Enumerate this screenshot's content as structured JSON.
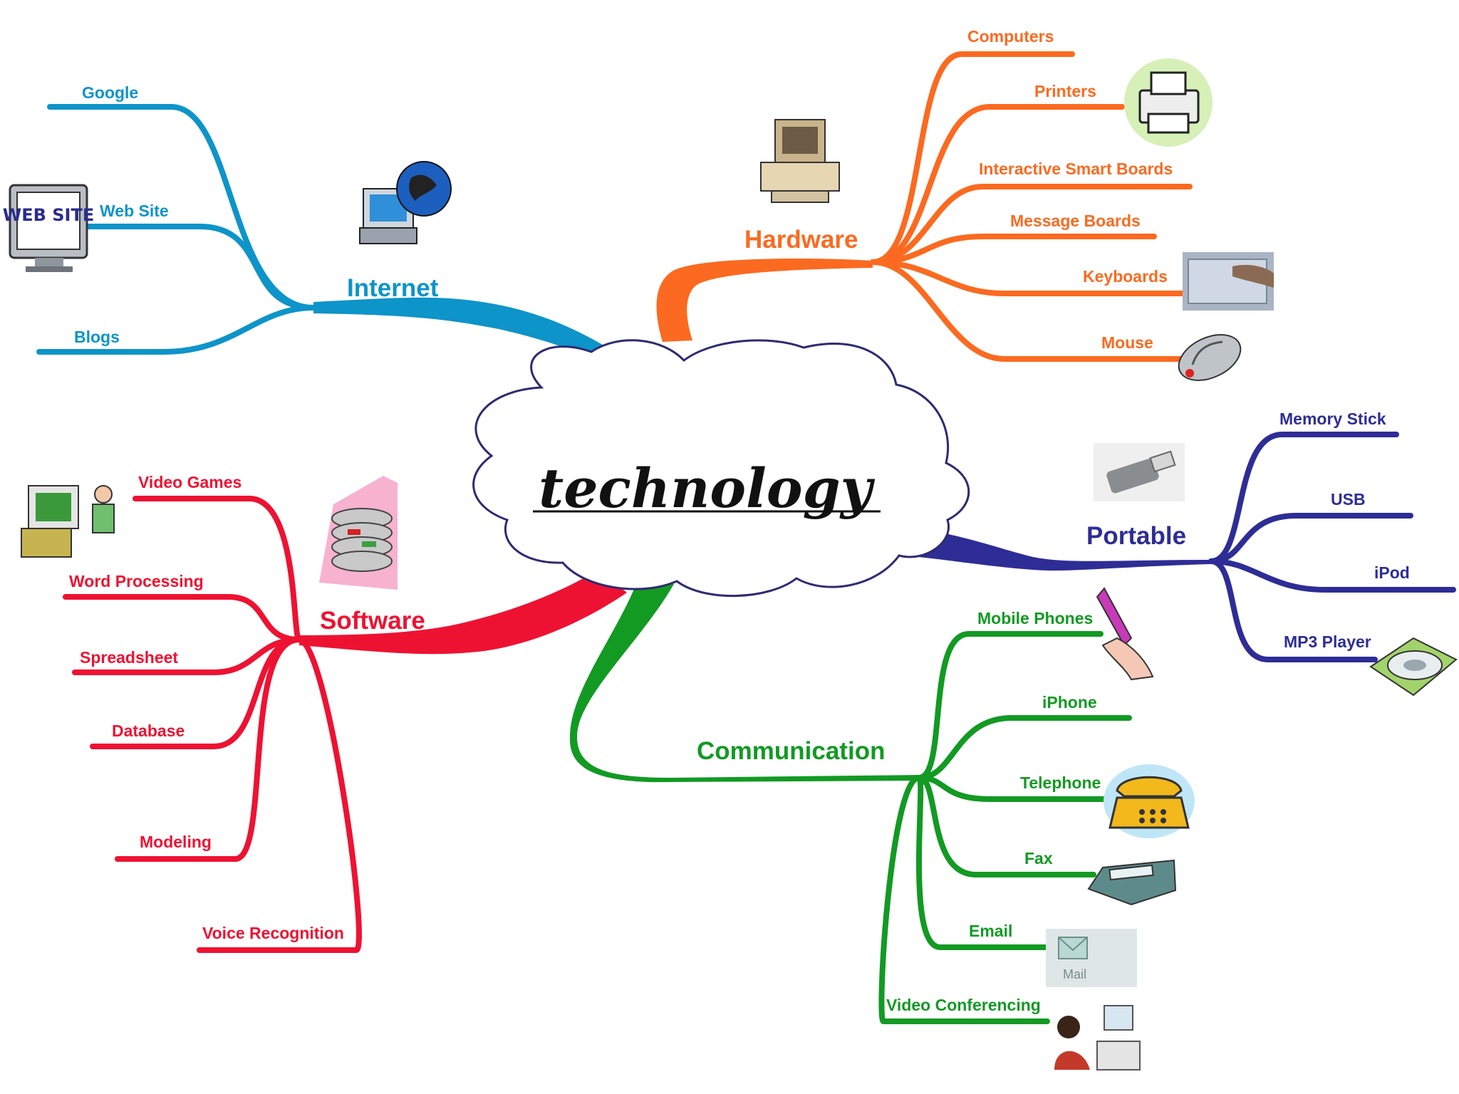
{
  "central": {
    "title": "technology",
    "outline_color": "#2d2b72"
  },
  "branches": {
    "internet": {
      "label": "Internet",
      "color": "#0d94c9",
      "items": [
        "Google",
        "Web Site",
        "Blogs"
      ]
    },
    "hardware": {
      "label": "Hardware",
      "color": "#fb6a20",
      "items": [
        "Computers",
        "Printers",
        "Interactive Smart Boards",
        "Message Boards",
        "Keyboards",
        "Mouse"
      ]
    },
    "software": {
      "label": "Software",
      "color": "#ee1232",
      "items": [
        "Video Games",
        "Word Processing",
        "Spreadsheet",
        "Database",
        "Modeling",
        "Voice Recognition"
      ]
    },
    "portable": {
      "label": "Portable",
      "color": "#2e2d96",
      "items": [
        "Memory Stick",
        "USB",
        "iPod",
        "MP3 Player"
      ]
    },
    "communication": {
      "label": "Communication",
      "color": "#129a23",
      "items": [
        "Mobile Phones",
        "iPhone",
        "Telephone",
        "Fax",
        "Email",
        "Video Conferencing"
      ]
    }
  },
  "illustrations": {
    "web_site_sign": "WEB SITE",
    "email_card": "Mail",
    "icons": [
      "globe-laptop-icon",
      "web-site-monitor-icon",
      "vintage-computer-icon",
      "printer-icon",
      "keyboard-icon",
      "mouse-icon",
      "cd-stack-icon",
      "video-game-player-icon",
      "usb-stick-icon",
      "mp3-player-icon",
      "mobile-phone-icon",
      "telephone-icon",
      "fax-icon",
      "email-icon",
      "video-conference-icon"
    ]
  }
}
